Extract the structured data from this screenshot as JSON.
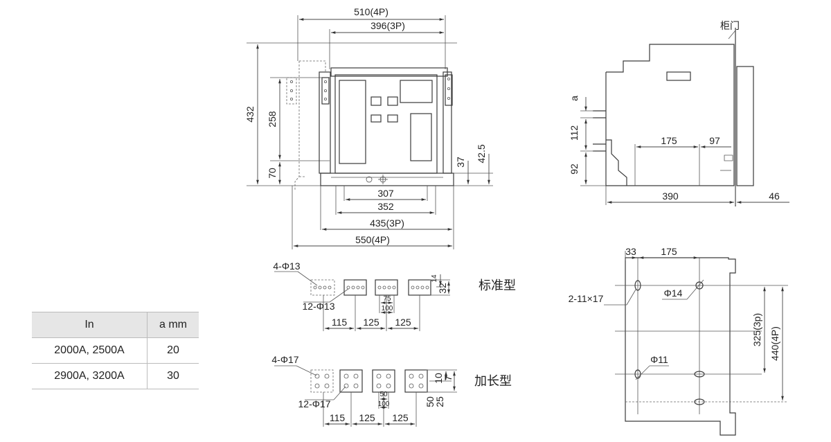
{
  "table": {
    "headers": [
      "In",
      "a mm"
    ],
    "rows": [
      [
        "2000A, 2500A",
        "20"
      ],
      [
        "2900A, 3200A",
        "30"
      ]
    ]
  },
  "front_view": {
    "dims": {
      "w510": "510(4P)",
      "w396": "396(3P)",
      "h432": "432",
      "h258": "258",
      "h70": "70",
      "d37": "37",
      "d42_5": "42.5",
      "w307": "307",
      "w352": "352",
      "w435": "435(3P)",
      "w550": "550(4P)"
    }
  },
  "side_view": {
    "door_label": "柜门",
    "dims": {
      "a": "a",
      "h112": "112",
      "h92": "92",
      "w175": "175",
      "w97": "97",
      "w390": "390",
      "w46": "46"
    }
  },
  "mount_view": {
    "dims": {
      "w33": "33",
      "w175": "175",
      "slot": "2-11×17",
      "hole14": "Φ14",
      "hole11": "Φ11",
      "h325": "325(3p)",
      "h440": "440(4P)"
    }
  },
  "terminals": {
    "standard": {
      "label": "标准型",
      "hole_a": "4-Φ13",
      "hole_b": "12-Φ13",
      "d14": "14",
      "d32": "32",
      "d75": "75",
      "d100": "100",
      "s115": "115",
      "s125a": "125",
      "s125b": "125"
    },
    "extended": {
      "label": "加长型",
      "hole_a": "4-Φ17",
      "hole_b": "12-Φ17",
      "d10": "10",
      "d7": "7",
      "d50v": "50",
      "d25": "25",
      "d50": "50",
      "d100": "100",
      "s115": "115",
      "s125a": "125",
      "s125b": "125"
    }
  }
}
